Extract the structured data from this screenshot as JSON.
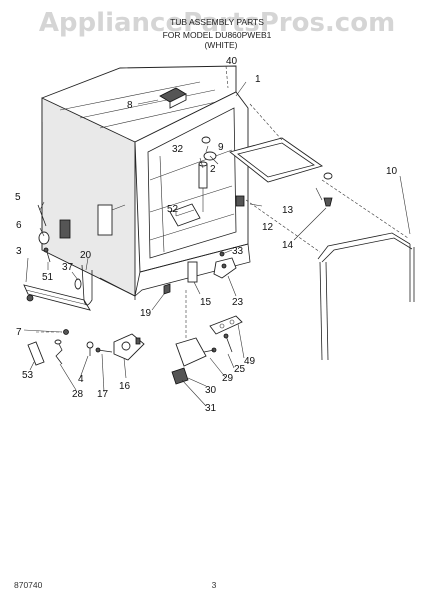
{
  "watermark": "AppliancePartsPros.com",
  "header": {
    "line1": "TUB ASSEMBLY PARTS",
    "line2": "FOR MODEL DU860PWEB1",
    "line3": "(WHITE)"
  },
  "callouts": {
    "c40": "40",
    "c1": "1",
    "c8": "8",
    "c9": "9",
    "c2": "2",
    "c32": "32",
    "c10": "10",
    "c5": "5",
    "c52": "52",
    "c13": "13",
    "c12": "12",
    "c6": "6",
    "c14": "14",
    "c3": "3",
    "c20": "20",
    "c37": "37",
    "c51": "51",
    "c33": "33",
    "c7": "7",
    "c15": "15",
    "c23": "23",
    "c19": "19",
    "c49": "49",
    "c25": "25",
    "c29": "29",
    "c53": "53",
    "c4": "4",
    "c30": "30",
    "c28": "28",
    "c17": "17",
    "c16": "16",
    "c31": "31"
  },
  "footer": {
    "doc_number": "870740",
    "page_number": "3"
  }
}
